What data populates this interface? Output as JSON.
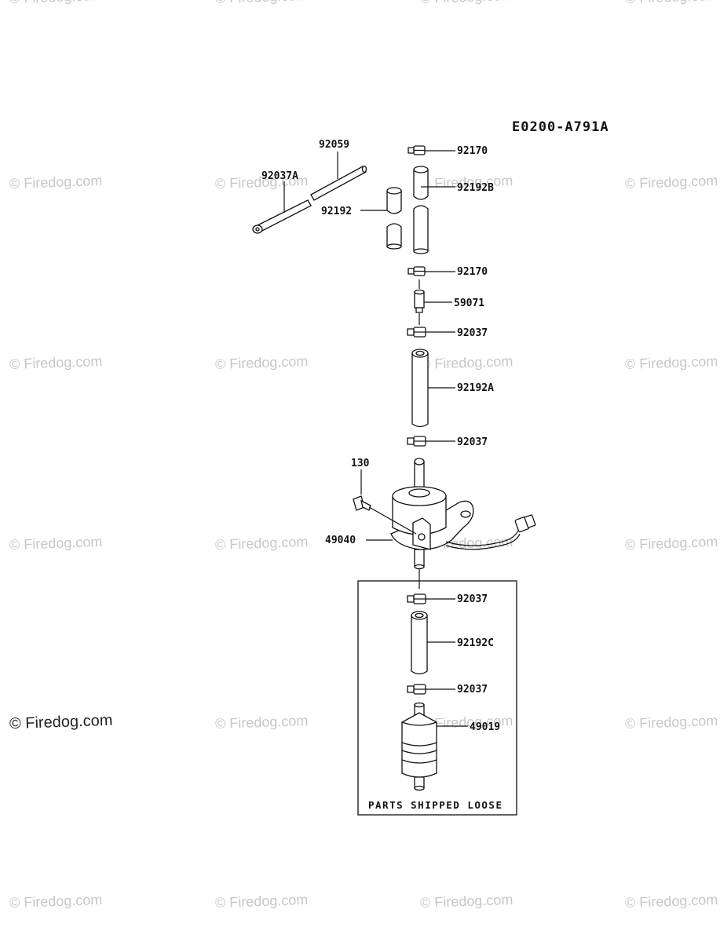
{
  "diagram_id": "E0200-A791A",
  "watermark": "© Firedog.com",
  "parts": [
    {
      "number": "92059"
    },
    {
      "number": "92037A"
    },
    {
      "number": "92192"
    },
    {
      "number": "92170"
    },
    {
      "number": "92192B"
    },
    {
      "number": "92170"
    },
    {
      "number": "59071"
    },
    {
      "number": "92037"
    },
    {
      "number": "92192A"
    },
    {
      "number": "92037"
    },
    {
      "number": "130"
    },
    {
      "number": "49040"
    },
    {
      "number": "92037"
    },
    {
      "number": "92192C"
    },
    {
      "number": "92037"
    },
    {
      "number": "49019"
    }
  ],
  "box_caption": "PARTS SHIPPED LOOSE"
}
